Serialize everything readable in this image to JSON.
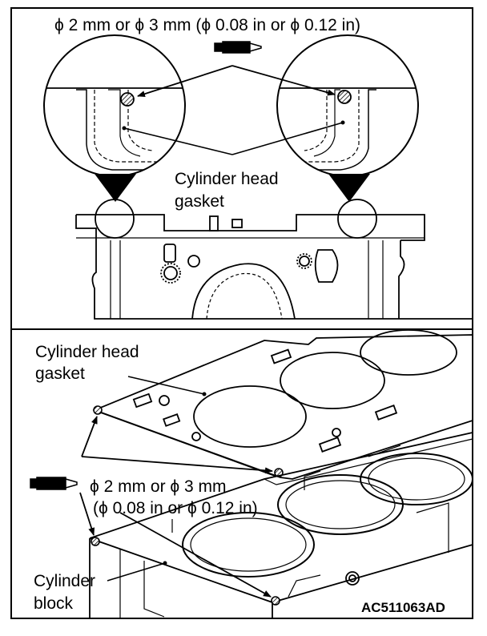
{
  "figure_code": "AC511063AD",
  "top_panel": {
    "dimension_label": "ϕ 2 mm or ϕ 3 mm (ϕ 0.08 in or ϕ 0.12 in)",
    "gasket_label_line1": "Cylinder head",
    "gasket_label_line2": "gasket"
  },
  "bottom_panel": {
    "gasket_label_line1": "Cylinder head",
    "gasket_label_line2": "gasket",
    "dimension_line1": "ϕ 2 mm or ϕ 3 mm",
    "dimension_line2": "(ϕ 0.08 in or ϕ 0.12 in)",
    "block_label_line1": "Cylinder",
    "block_label_line2": "block"
  },
  "colors": {
    "line": "#000000",
    "background": "#ffffff"
  }
}
